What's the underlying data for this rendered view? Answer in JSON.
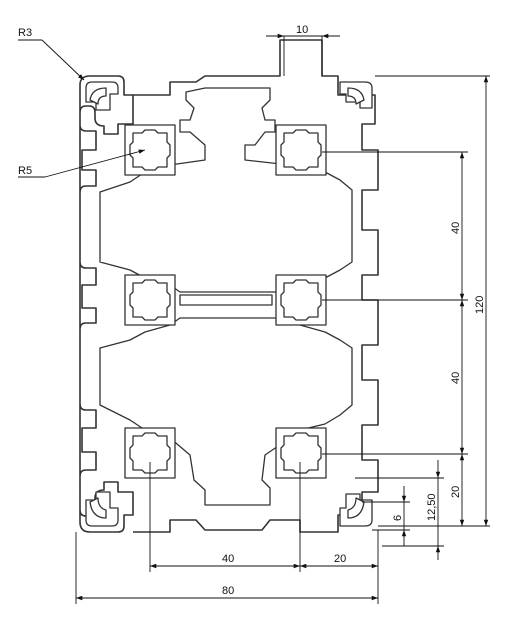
{
  "drawing": {
    "labels": {
      "r3": "R3",
      "r5": "R5",
      "dim_10": "10",
      "dim_40_upper": "40",
      "dim_40_lower": "40",
      "dim_120": "120",
      "dim_20_right": "20",
      "dim_12_50": "12,50",
      "dim_6": "6",
      "dim_40_bottom": "40",
      "dim_20_bottom": "20",
      "dim_80": "80"
    }
  }
}
